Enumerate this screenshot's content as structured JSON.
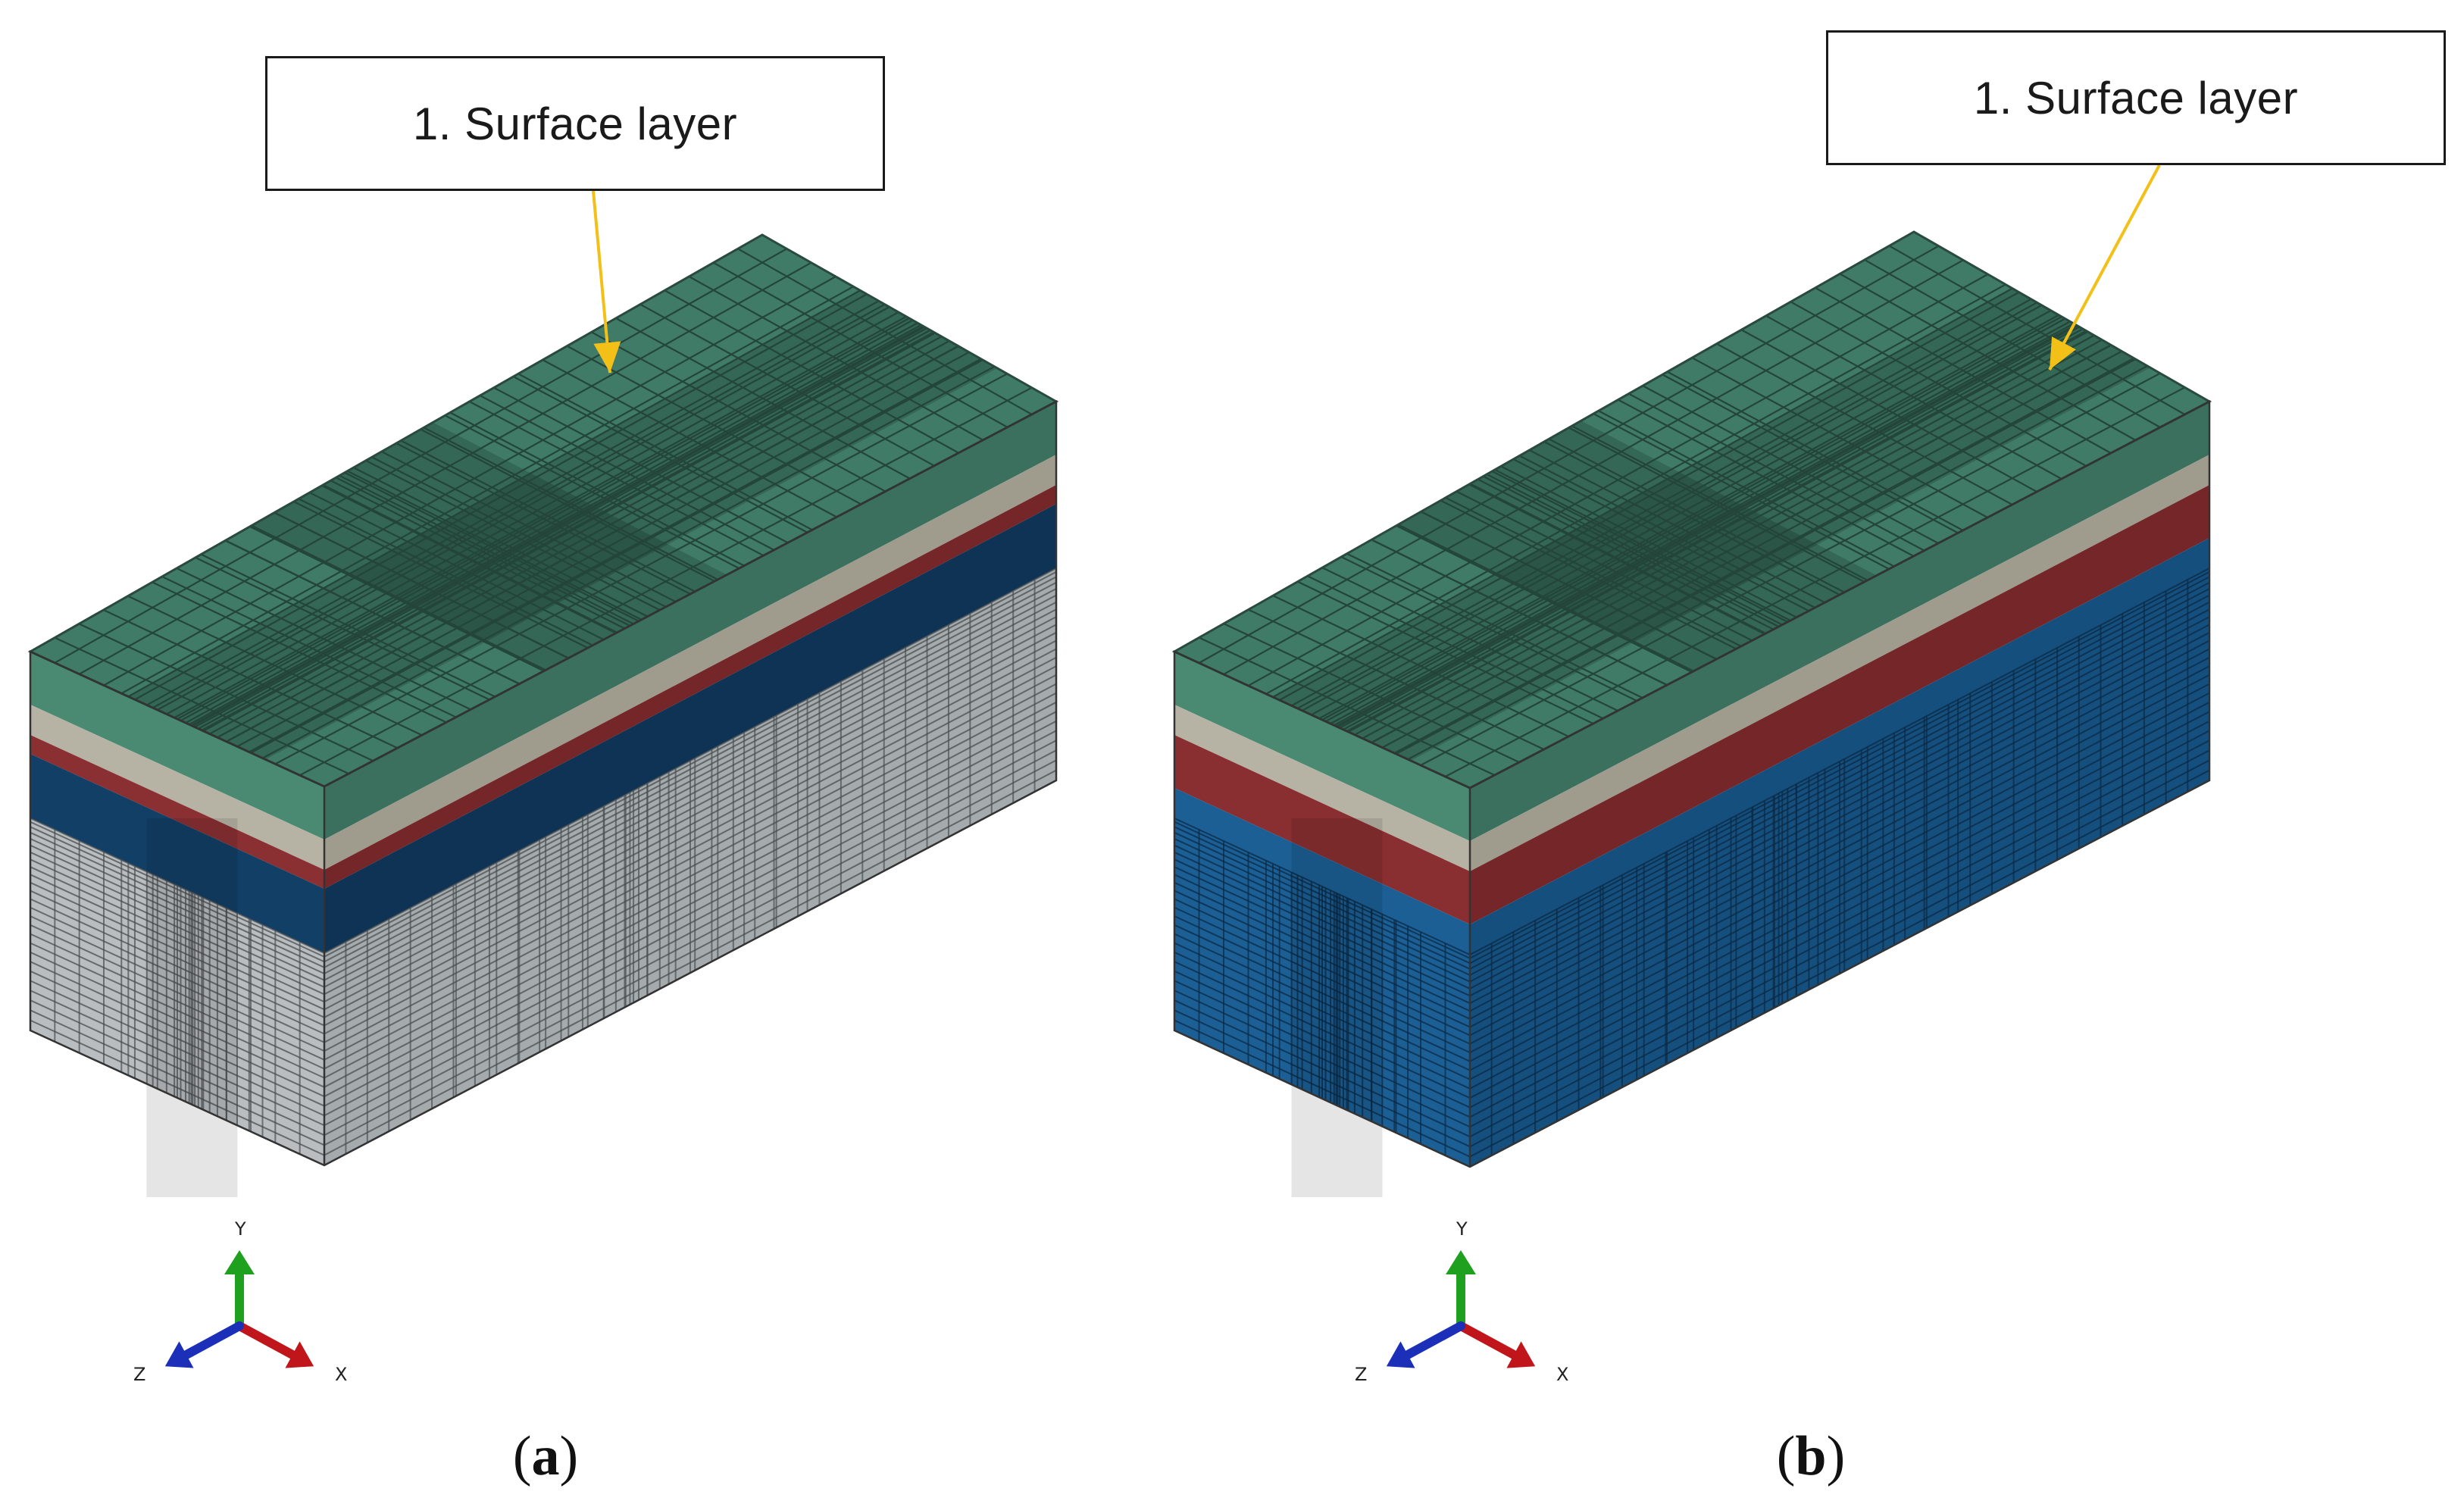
{
  "panels": [
    {
      "id": "a",
      "caption_open": "(",
      "caption_letter": "a",
      "caption_close": ")",
      "callout": "1. Surface layer",
      "layer_colors": {
        "top": "#3f7b66",
        "top_line": "#24453a",
        "band_beige": "#a9a596",
        "band_red": "#7b2b2d",
        "band_blue": "#0f3a5f",
        "body_front": "#aeb3b5",
        "body_side": "#9a9fa2",
        "body_line": "#4a4f52"
      }
    },
    {
      "id": "b",
      "caption_open": "(",
      "caption_letter": "b",
      "caption_close": ")",
      "callout": "1. Surface layer",
      "layer_colors": {
        "top": "#3f7b66",
        "top_line": "#24453a",
        "band_beige": "#a9a596",
        "band_red": "#7b2b2d",
        "band_blue": "#17578a",
        "body_front": "#17578a",
        "body_side": "#134a76",
        "body_line": "#0b2a45"
      }
    }
  ],
  "axis_triad": {
    "labels": {
      "y": "Y",
      "x": "X",
      "z": "Z"
    },
    "colors": {
      "y": "#1fa01f",
      "x": "#c0161b",
      "z": "#1b2fb8"
    }
  },
  "arrow_color": "#f3c018"
}
